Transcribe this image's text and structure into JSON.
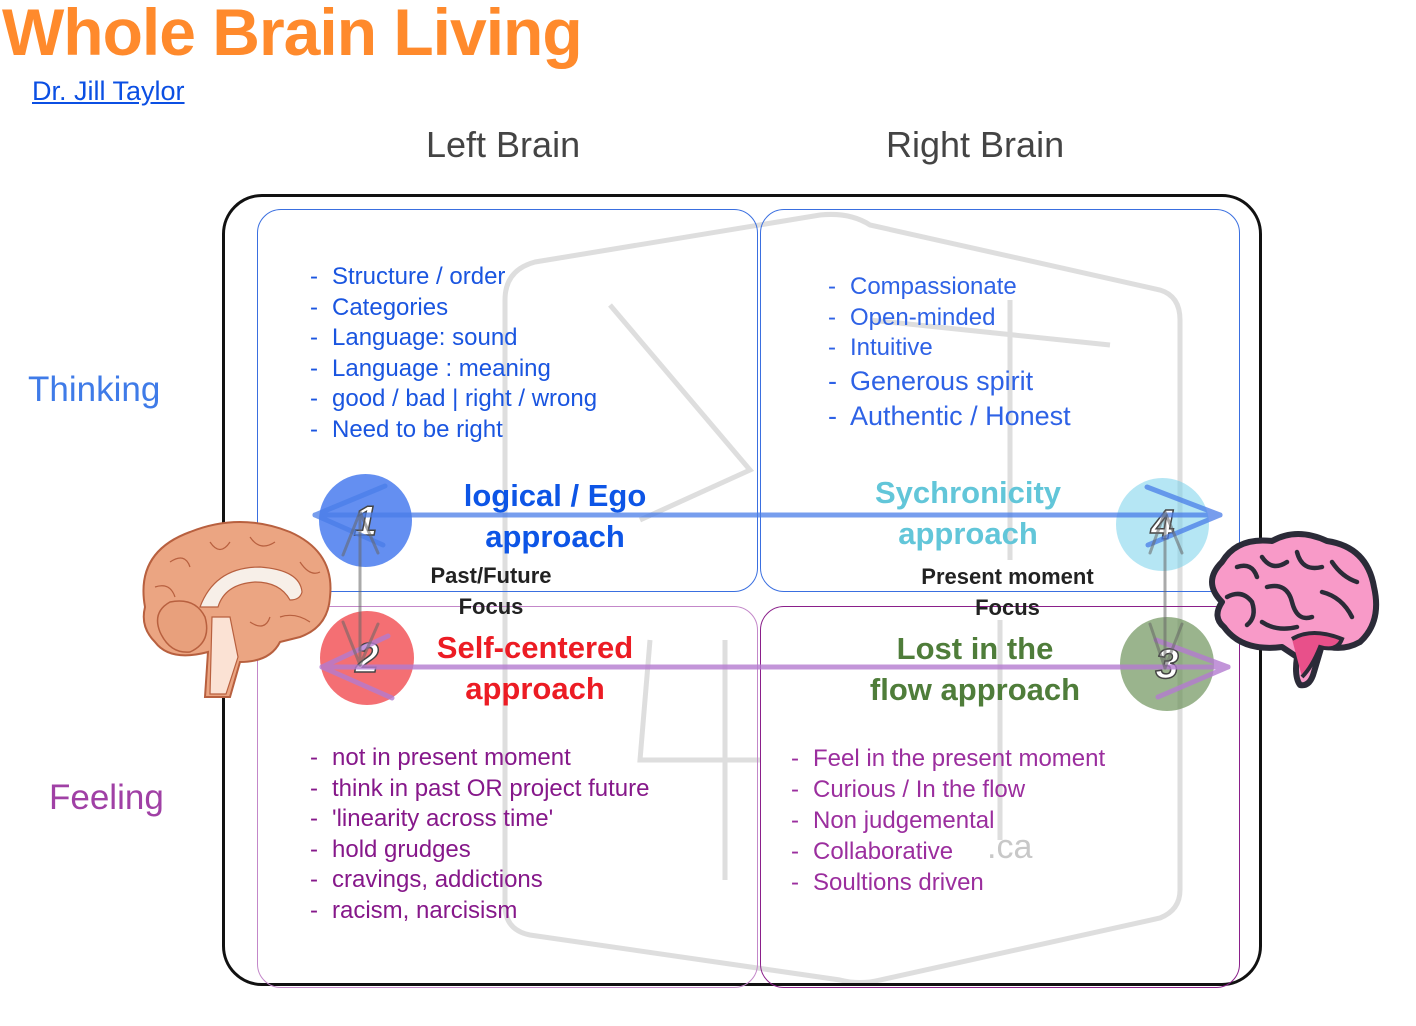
{
  "header": {
    "title": "Whole Brain Living",
    "author_link": "Dr. Jill Taylor"
  },
  "columns": {
    "left": "Left Brain",
    "right": "Right Brain"
  },
  "rows": {
    "top": "Thinking",
    "bottom": "Feeling"
  },
  "colors": {
    "title": "#ff8a2c",
    "thinking": "#3f7be8",
    "feeling": "#a040a5",
    "approach1": "#0d55e6",
    "approach2": "#ec1c24",
    "approach3": "#4f7d3a",
    "approach4": "#62c6d9"
  },
  "quadrants": {
    "q1": {
      "number": "1",
      "approach_line1": "logical  / Ego",
      "approach_line2": "approach",
      "traits": [
        "Structure / order",
        "Categories",
        "Language: sound",
        "Language : meaning",
        "good / bad | right / wrong",
        "Need to be right"
      ]
    },
    "q4": {
      "number": "4",
      "approach_line1": "Sychronicity",
      "approach_line2": "approach",
      "traits": [
        "Compassionate",
        "Open-minded",
        "Intuitive",
        "Generous spirit",
        "Authentic / Honest"
      ]
    },
    "q2": {
      "number": "2",
      "approach_line1": "Self-centered",
      "approach_line2": "approach",
      "traits": [
        "not in present moment",
        "think in past OR project future",
        "'linearity across time'",
        "hold grudges",
        "cravings, addictions",
        "racism, narcisism"
      ]
    },
    "q3": {
      "number": "3",
      "approach_line1": "Lost in the",
      "approach_line2": "flow  approach",
      "traits": [
        "Feel in the present moment",
        "Curious / In the flow",
        "Non judgemental",
        "Collaborative",
        "Soultions driven"
      ]
    }
  },
  "focus": {
    "left_line1": "Past/Future",
    "left_line2": "Focus",
    "right_line1": "Present moment",
    "right_line2": "Focus"
  },
  "watermark": {
    "suffix": ".ca"
  },
  "icons": {
    "left": "brain-sagittal-icon",
    "right": "brain-side-icon"
  }
}
